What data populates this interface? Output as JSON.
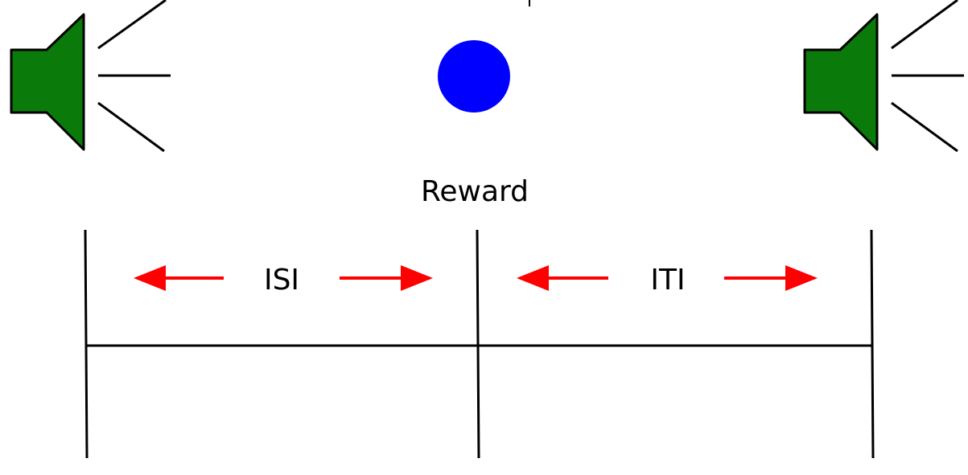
{
  "labels": {
    "reward": "Reward",
    "isi": "ISI",
    "iti": "ITI"
  },
  "icons": {
    "left_speaker": "speaker-icon",
    "right_speaker": "speaker-icon",
    "reward_dot": "circle-icon"
  },
  "colors": {
    "speaker_fill": "#0a7a0a",
    "reward_dot": "#0000ff",
    "arrows": "#ff0000",
    "lines": "#000000"
  }
}
